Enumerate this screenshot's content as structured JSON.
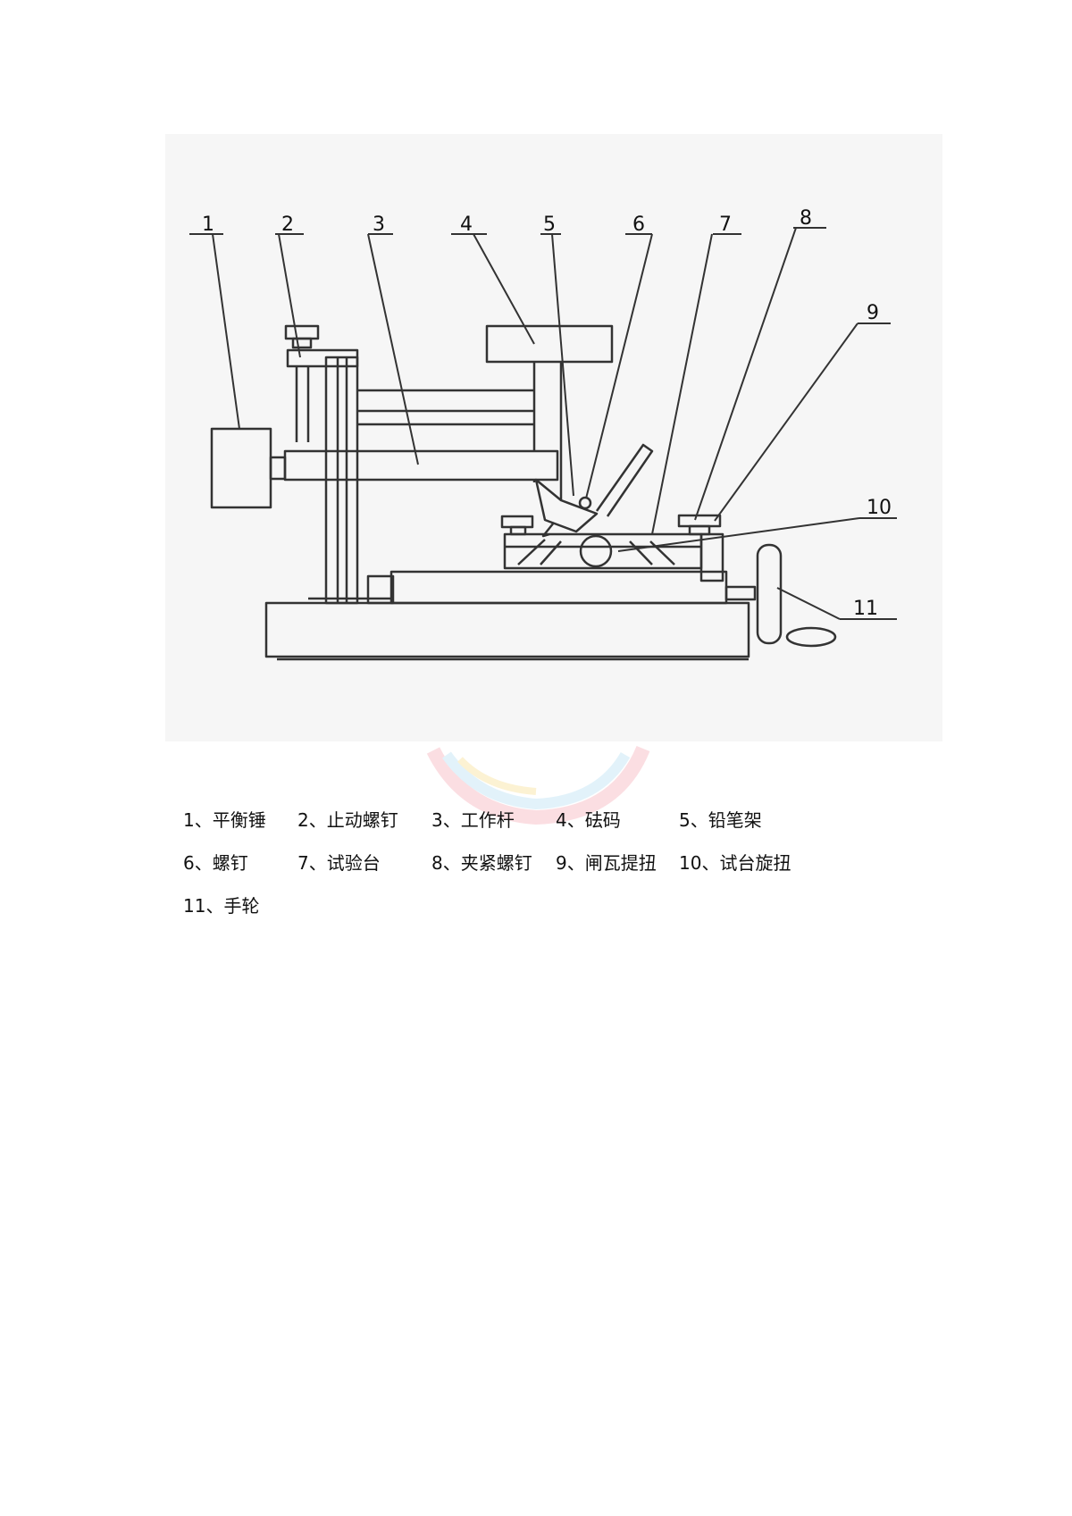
{
  "diagram": {
    "callouts": [
      "1",
      "2",
      "3",
      "4",
      "5",
      "6",
      "7",
      "8",
      "9",
      "10",
      "11"
    ]
  },
  "legend": {
    "rows": [
      [
        "1、平衡锤",
        "2、止动螺钉",
        "3、工作杆",
        "4、砝码",
        "5、铅笔架"
      ],
      [
        "6、螺钉",
        "7、试验台",
        "8、夹紧螺钉",
        "9、闸瓦提扭",
        "10、试台旋扭"
      ],
      [
        "11、手轮"
      ]
    ]
  }
}
